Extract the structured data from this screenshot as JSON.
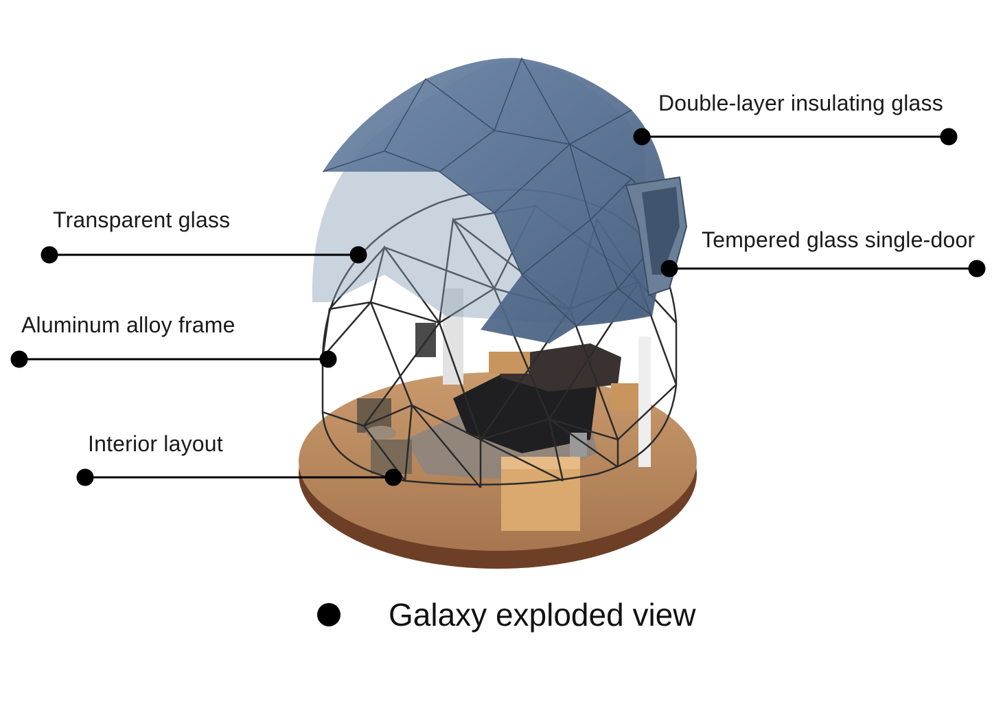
{
  "labels": {
    "double_layer": "Double-layer insulating glass",
    "transparent": "Transparent glass",
    "tempered_door": "Tempered glass single-door",
    "frame": "Aluminum alloy frame",
    "interior": "Interior layout"
  },
  "caption": "Galaxy exploded view",
  "colors": {
    "dome_blue": "#4f6b8c",
    "dome_blue_light": "#8aa0b8",
    "frame": "#2b2b2b",
    "floor": "#b88a5f",
    "floor_edge": "#7a4a30",
    "leader": "#000000"
  }
}
